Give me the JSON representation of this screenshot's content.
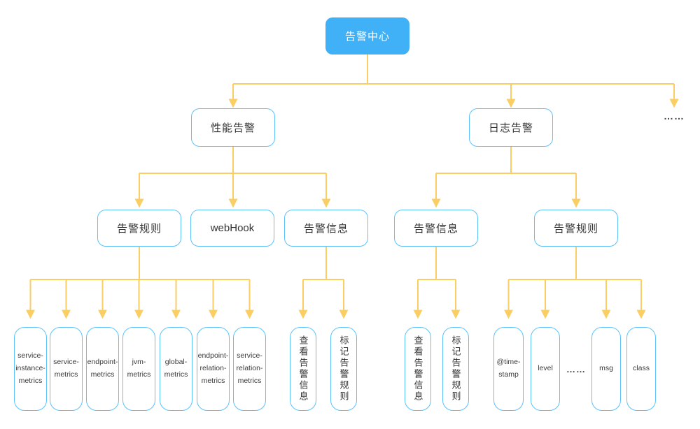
{
  "colors": {
    "root_fill": "#41b1f7",
    "root_text": "#ffffff",
    "node_border": "#5bc2fb",
    "node_text": "#333333",
    "connector": "#face63"
  },
  "diagram": {
    "root": {
      "label": "告警中心"
    },
    "ellipsis_more": "……",
    "branches": [
      {
        "label": "性能告警",
        "children": [
          {
            "label": "告警规则",
            "children": [
              {
                "label": "service-instance-metrics"
              },
              {
                "label": "service-metrics"
              },
              {
                "label": "endpoint-metrics"
              },
              {
                "label": "jvm-metrics"
              },
              {
                "label": "global-metrics"
              },
              {
                "label": "endpoint-relation-metrics"
              },
              {
                "label": "service-relation-metrics"
              }
            ]
          },
          {
            "label": "webHook",
            "children": []
          },
          {
            "label": "告警信息",
            "children": [
              {
                "label": "查看告警信息"
              },
              {
                "label": "标记告警规则"
              }
            ]
          }
        ]
      },
      {
        "label": "日志告警",
        "children": [
          {
            "label": "告警信息",
            "children": [
              {
                "label": "查看告警信息"
              },
              {
                "label": "标记告警规则"
              }
            ]
          },
          {
            "label": "告警规则",
            "children": [
              {
                "label": "@time-stamp"
              },
              {
                "label": "level"
              },
              {
                "label": "……"
              },
              {
                "label": "msg"
              },
              {
                "label": "class"
              }
            ]
          }
        ]
      }
    ]
  }
}
